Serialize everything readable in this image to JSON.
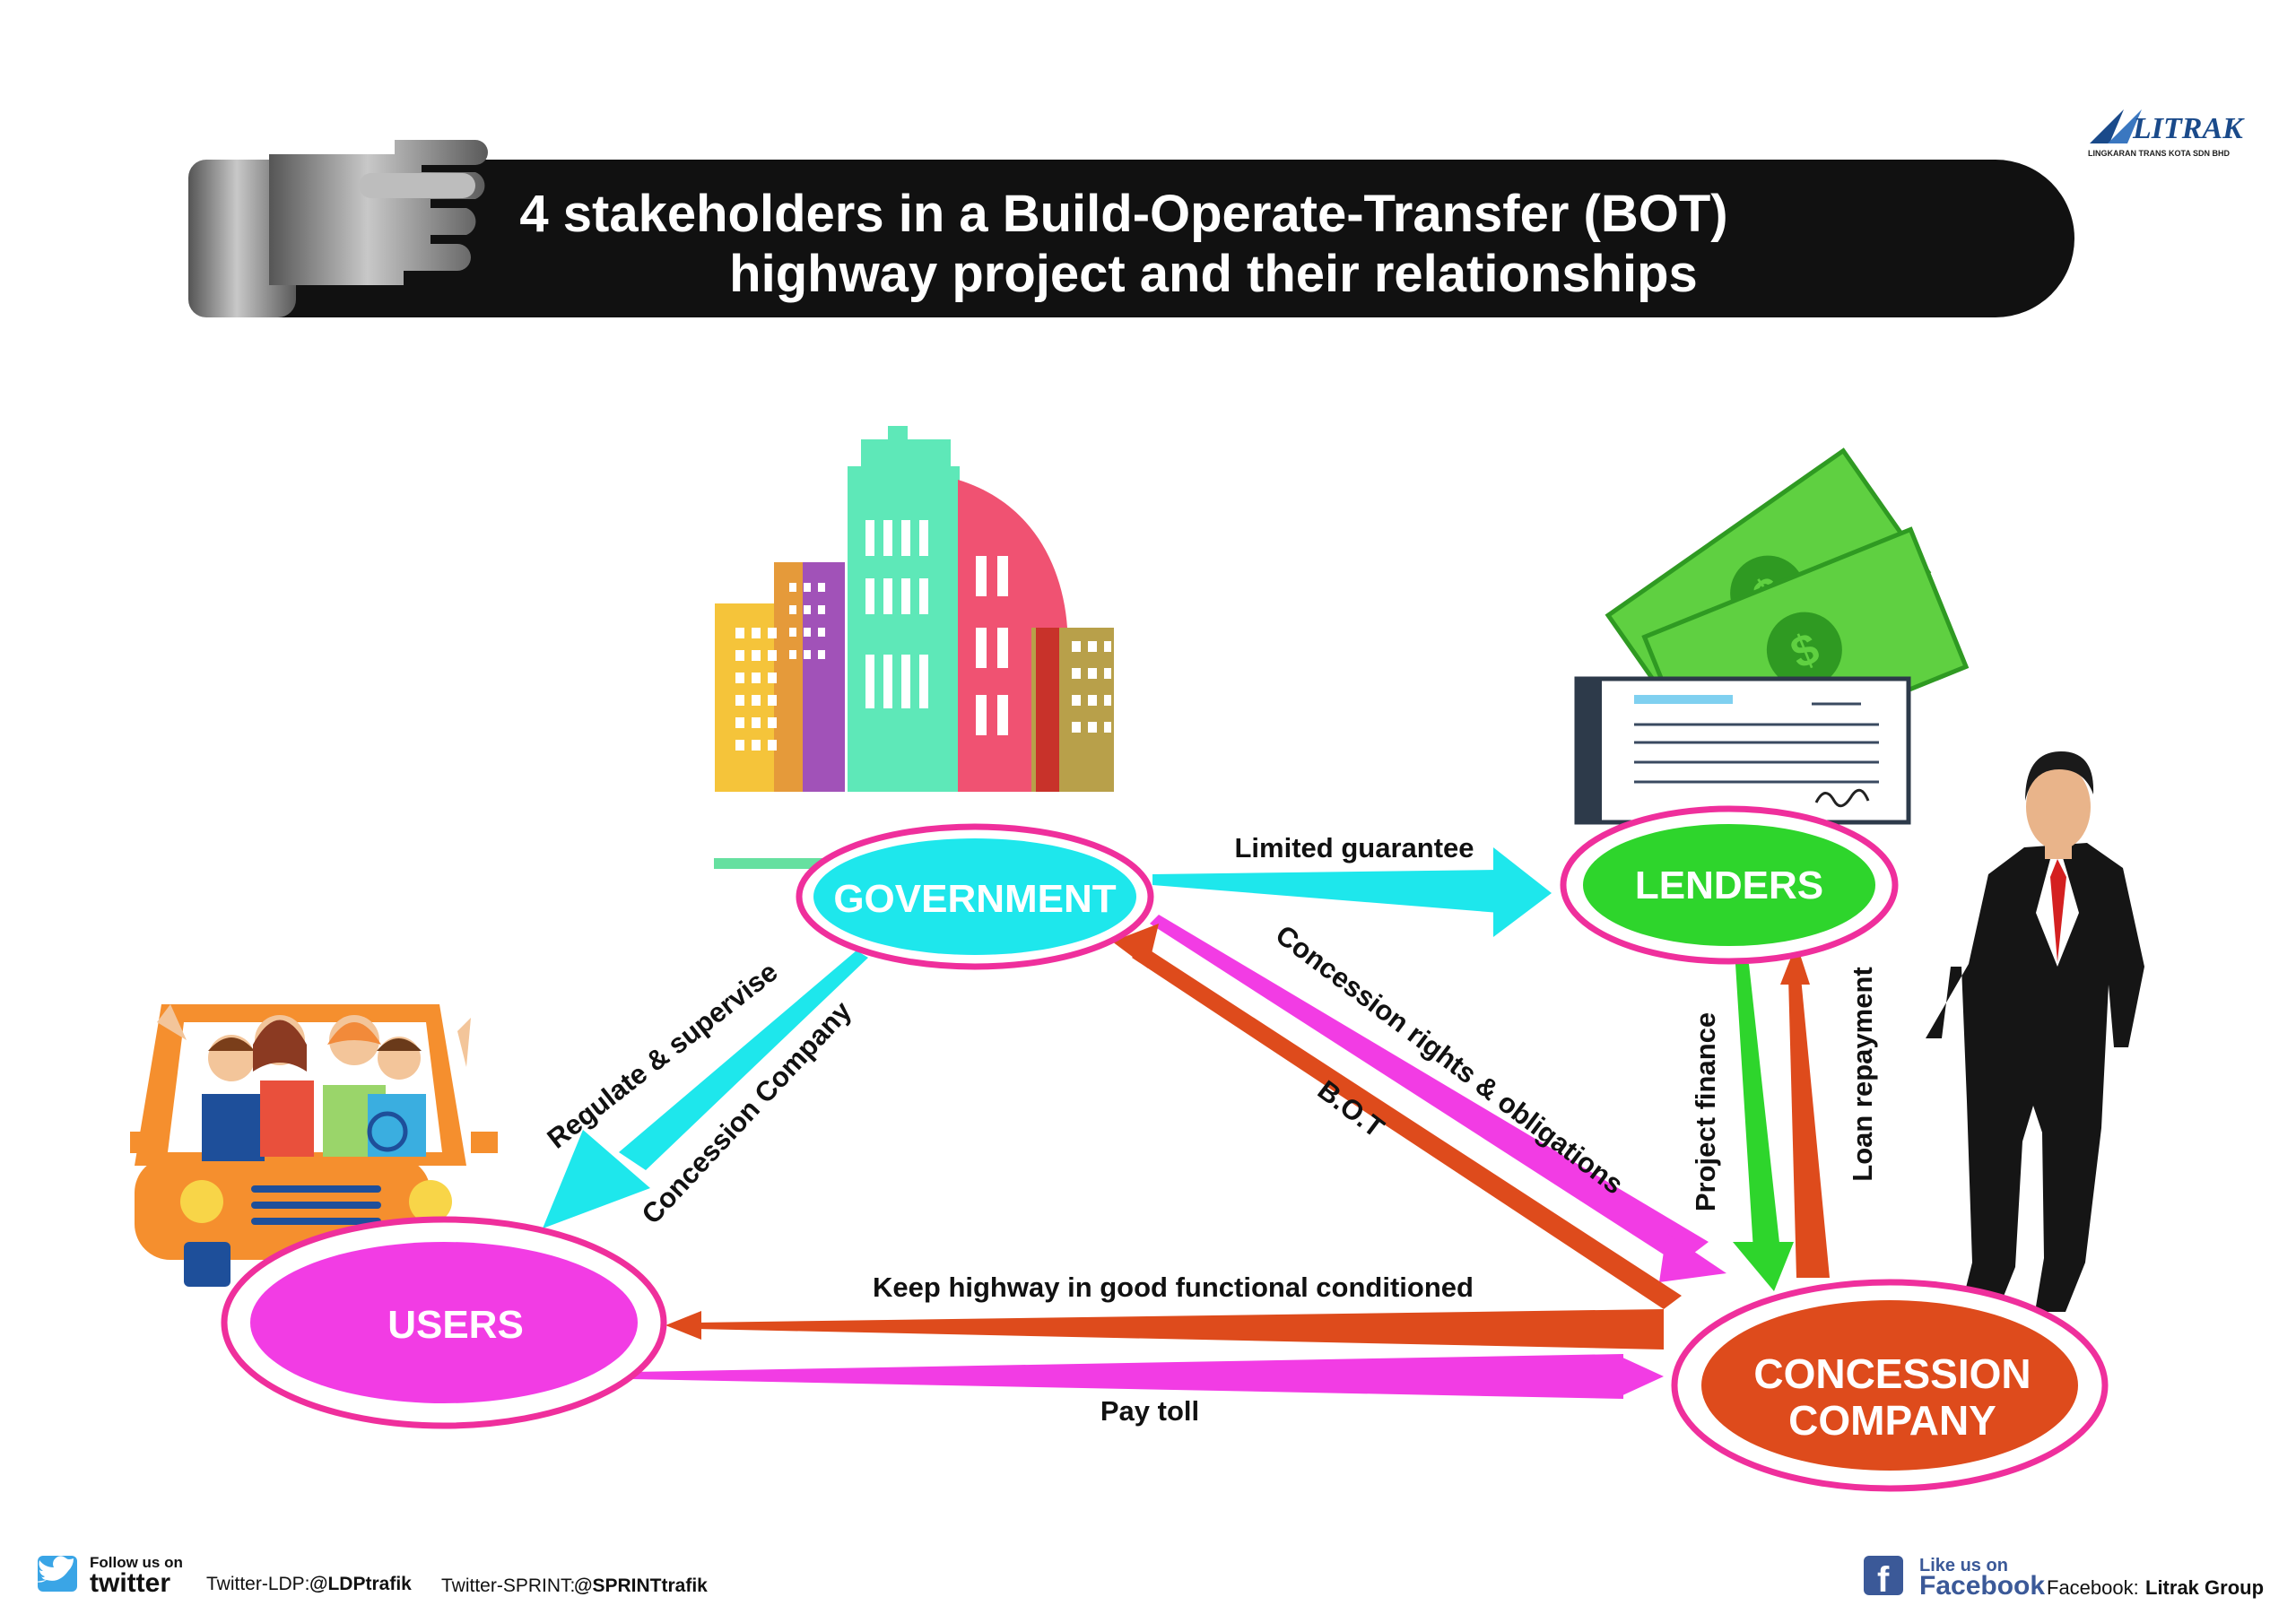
{
  "title": {
    "line1": "4 stakeholders in a Build-Operate-Transfer (BOT)",
    "line2": "highway project and their relationships"
  },
  "logo": {
    "name": "LITRAK",
    "subtitle": "LINGKARAN TRANS KOTA SDN BHD"
  },
  "nodes": {
    "government": "GOVERNMENT",
    "lenders": "LENDERS",
    "users": "USERS",
    "concession_line1": "CONCESSION",
    "concession_line2": "COMPANY"
  },
  "relations": {
    "limited_guarantee": "Limited guarantee",
    "regulate": "Regulate & supervise",
    "concession_company": "Concession Company",
    "concession_rights": "Concession rights & obligations",
    "bot": "B.O.T",
    "project_finance": "Project finance",
    "loan_repayment": "Loan repayment",
    "keep_highway": "Keep highway in good functional conditioned",
    "pay_toll": "Pay toll"
  },
  "footer": {
    "follow_us": "Follow us on",
    "twitter": "twitter",
    "ldp_label": "Twitter-LDP:",
    "ldp_handle": "@LDPtrafik",
    "sprint_label": "Twitter-SPRINT:",
    "sprint_handle": "@SPRINTtrafik",
    "like_us": "Like us on",
    "facebook": "Facebook",
    "fb_label": "Facebook:",
    "fb_handle": "Litrak Group"
  },
  "colors": {
    "cyan": "#1ee7ec",
    "magenta": "#f23ce4",
    "orange": "#de4b1c",
    "green": "#2ed52c",
    "ring": "#ef2f9c"
  }
}
